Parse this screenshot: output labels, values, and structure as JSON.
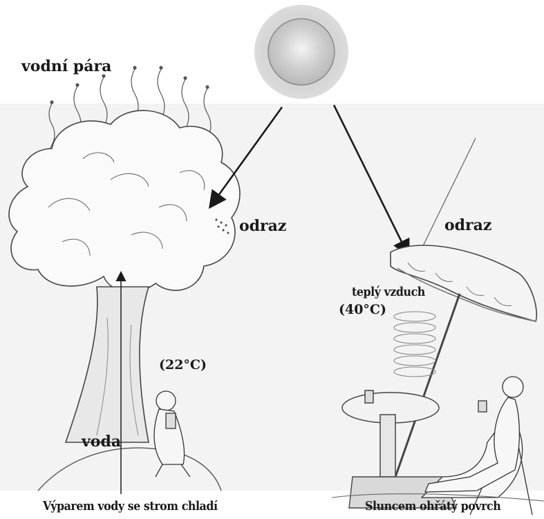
{
  "labels": {
    "vapor": "vodní pára",
    "reflection_tree": "odraz",
    "reflection_umbrella": "odraz",
    "warm_air": "teplý vzduch",
    "warm_temp": "(40°C)",
    "shade_temp": "(22°C)",
    "water": "voda",
    "caption_tree": "Výparem vody se strom chladí",
    "caption_surface": "Sluncem ohřátý povrch"
  },
  "colors": {
    "ink": "#1a1a1a",
    "sun_halo": "#d9d9d9",
    "sun_core": "#c4c4c4",
    "background_band": "#f1f1f1"
  }
}
